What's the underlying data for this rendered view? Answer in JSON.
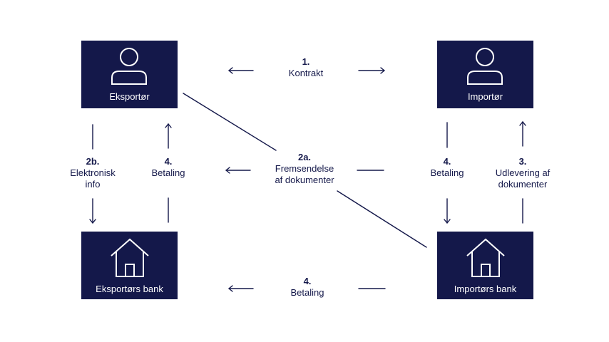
{
  "colors": {
    "navy": "#14184a",
    "background": "#ffffff"
  },
  "parties": {
    "exporter": {
      "label": "Eksportør",
      "icon": "person-icon"
    },
    "importer": {
      "label": "Importør",
      "icon": "person-icon"
    },
    "exporter_bank": {
      "label": "Eksportørs bank",
      "icon": "house-icon"
    },
    "importer_bank": {
      "label": "Importørs bank",
      "icon": "house-icon"
    }
  },
  "steps": {
    "contract": {
      "number": "1.",
      "text": "Kontrakt"
    },
    "forwarding": {
      "number": "2a.",
      "line1": "Fremsendelse",
      "line2": "af dokumenter"
    },
    "electronic_info": {
      "number": "2b.",
      "line1": "Elektronisk",
      "line2": "info"
    },
    "payment_left": {
      "number": "4.",
      "text": "Betaling"
    },
    "payment_right": {
      "number": "4.",
      "text": "Betaling"
    },
    "delivery": {
      "number": "3.",
      "line1": "Udlevering af",
      "line2": "dokumenter"
    },
    "payment_bottom": {
      "number": "4.",
      "text": "Betaling"
    }
  }
}
